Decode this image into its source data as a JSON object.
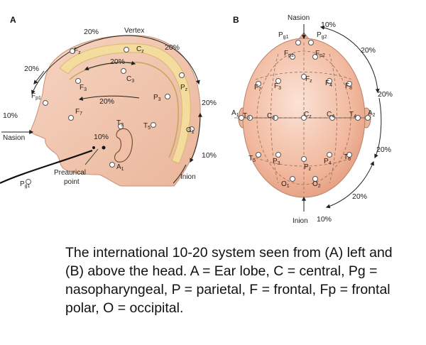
{
  "panels": {
    "a": "A",
    "b": "B"
  },
  "side_view": {
    "electrodes": {
      "fp1": [
        "F",
        "p1"
      ],
      "fz": [
        "F",
        "z"
      ],
      "cz": [
        "C",
        "z"
      ],
      "f3": [
        "F",
        "3"
      ],
      "c3": [
        "C",
        "3"
      ],
      "pz": [
        "P",
        "z"
      ],
      "p3": [
        "P",
        "3"
      ],
      "f7": [
        "F",
        "7"
      ],
      "t3": [
        "T",
        "3"
      ],
      "t5": [
        "T",
        "5"
      ],
      "o1": [
        "O",
        "1"
      ],
      "a1": [
        "A",
        "1"
      ],
      "pg1": [
        "P",
        "g1"
      ]
    },
    "labels": {
      "vertex": "Vertex",
      "nasion": "Nasion",
      "inion": "Inion",
      "preaurical_line1": "Preaurical",
      "preaurical_line2": "point"
    },
    "percents": {
      "top_front": "20%",
      "top_back": "20%",
      "left_upper": "20%",
      "left_lower": "10%",
      "inner_top": "20%",
      "inner_mid": "20%",
      "ear": "10%",
      "right_mid": "20%",
      "right_low": "10%"
    }
  },
  "top_view": {
    "electrodes": {
      "pg1": [
        "P",
        "g1"
      ],
      "pg2": [
        "P",
        "g2"
      ],
      "fp1": [
        "F",
        "p1"
      ],
      "fp2": [
        "F",
        "p2"
      ],
      "f7": [
        "F",
        "7"
      ],
      "f3": [
        "F",
        "3"
      ],
      "fz": [
        "F",
        "z"
      ],
      "f4": [
        "F",
        "4"
      ],
      "f8": [
        "F",
        "8"
      ],
      "a1": [
        "A",
        "1"
      ],
      "t3": [
        "T",
        "3"
      ],
      "c3": [
        "C",
        "3"
      ],
      "cz": [
        "C",
        "z"
      ],
      "c4": [
        "C",
        "4"
      ],
      "t4": [
        "T",
        "4"
      ],
      "a2": [
        "A",
        "2"
      ],
      "t5": [
        "T",
        "5"
      ],
      "p3": [
        "P",
        "3"
      ],
      "pz": [
        "P",
        "z"
      ],
      "p4": [
        "P",
        "4"
      ],
      "t6": [
        "T",
        "6"
      ],
      "o1": [
        "O",
        "1"
      ],
      "o2": [
        "O",
        "2"
      ]
    },
    "labels": {
      "nasion": "Nasion",
      "inion": "Inion"
    },
    "percents": {
      "top": "10%",
      "r1": "20%",
      "r2": "20%",
      "r3": "20%",
      "bottom_right": "20%",
      "bottom": "10%"
    }
  },
  "caption": "The international 10-20 system seen from (A) left and (B) above the head. A  = Ear lobe, C  = central, Pg = nasopharyngeal, P  = parietal, F  = frontal, Fp = frontal polar, O  = occipital.",
  "colors": {
    "skin": "#f2c7b0",
    "skin_top_light": "#fbe0d2",
    "skin_top_dark": "#e7a98c",
    "brain_band": "#f3dc9e",
    "line": "#333333"
  }
}
